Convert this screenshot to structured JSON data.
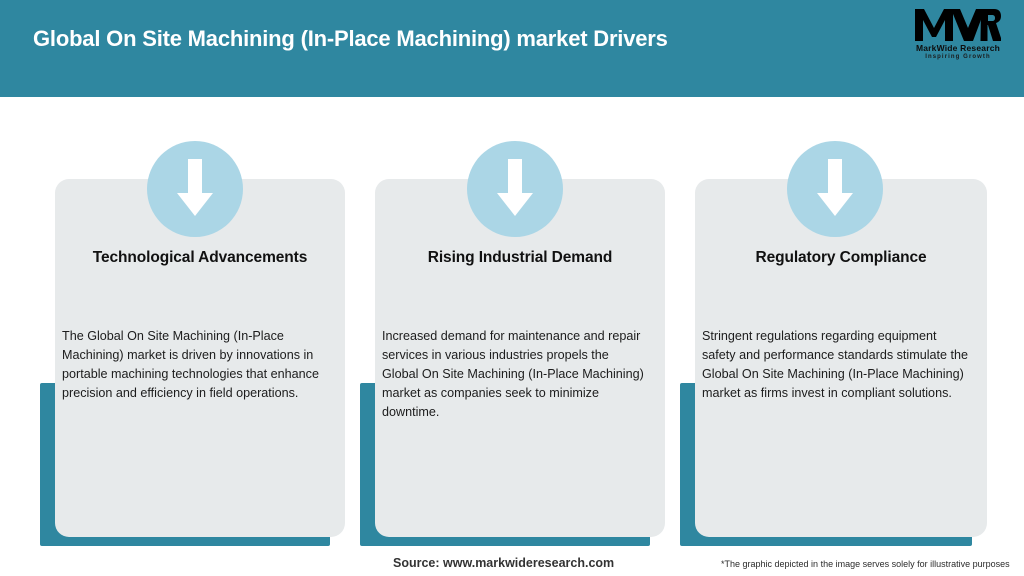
{
  "header": {
    "title": "Global On Site Machining (In-Place Machining) market Drivers",
    "bar_color": "#2f87a0"
  },
  "logo": {
    "mark": "MWR",
    "name": "MarkWide Research",
    "tagline": "Inspiring Growth"
  },
  "cards": [
    {
      "icon": "down-arrow-icon",
      "title": "Technological Advancements",
      "body": "The Global On Site Machining (In-Place Machining) market is driven by innovations in portable machining technologies that enhance precision and efficiency in field operations."
    },
    {
      "icon": "down-arrow-icon",
      "title": "Rising Industrial Demand",
      "body": "Increased demand for maintenance and repair services in various industries propels the Global On Site Machining (In-Place Machining) market as companies seek to minimize downtime."
    },
    {
      "icon": "down-arrow-icon",
      "title": "Regulatory Compliance",
      "body": "Stringent regulations regarding equipment safety and performance standards stimulate the Global On Site Machining (In-Place Machining) market as firms invest in compliant solutions."
    }
  ],
  "footer": {
    "source": "Source: www.markwideresearch.com",
    "note": "*The graphic depicted in the image serves solely for illustrative purposes"
  },
  "colors": {
    "teal": "#2f87a0",
    "panel_grey": "#e7eaeb",
    "badge_blue": "#abd6e6",
    "title_white": "#ffffff"
  }
}
